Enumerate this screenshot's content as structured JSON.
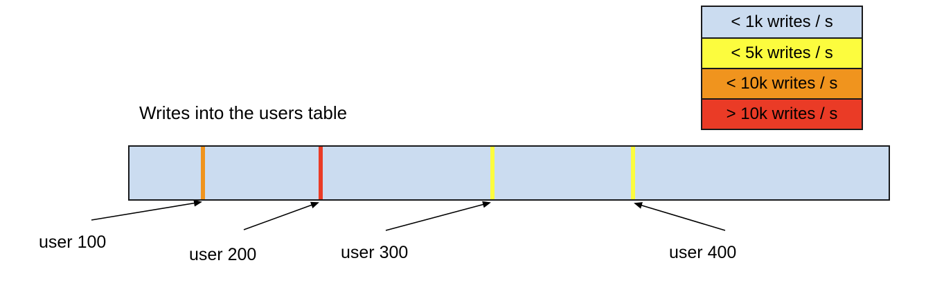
{
  "title": "Writes into the users table",
  "colors": {
    "bar_fill": "#cbdcf0",
    "outline": "#18191b",
    "blue": "#cbdcf0",
    "yellow": "#fcfc3e",
    "orange": "#f0941e",
    "red": "#ea3b26"
  },
  "legend": {
    "items": [
      {
        "label": "< 1k writes / s",
        "color": "#cbdcf0"
      },
      {
        "label": "< 5k writes / s",
        "color": "#fcfc3e"
      },
      {
        "label": "< 10k writes / s",
        "color": "#f0941e"
      },
      {
        "label": "> 10k writes / s",
        "color": "#ea3b26"
      }
    ]
  },
  "markers": [
    {
      "label": "user 100",
      "color": "#f0941e",
      "rate": "< 10k writes / s"
    },
    {
      "label": "user 200",
      "color": "#ea3b26",
      "rate": "> 10k writes / s"
    },
    {
      "label": "user 300",
      "color": "#fcfc3e",
      "rate": "< 5k writes / s"
    },
    {
      "label": "user 400",
      "color": "#fcfc3e",
      "rate": "< 5k writes / s"
    }
  ]
}
